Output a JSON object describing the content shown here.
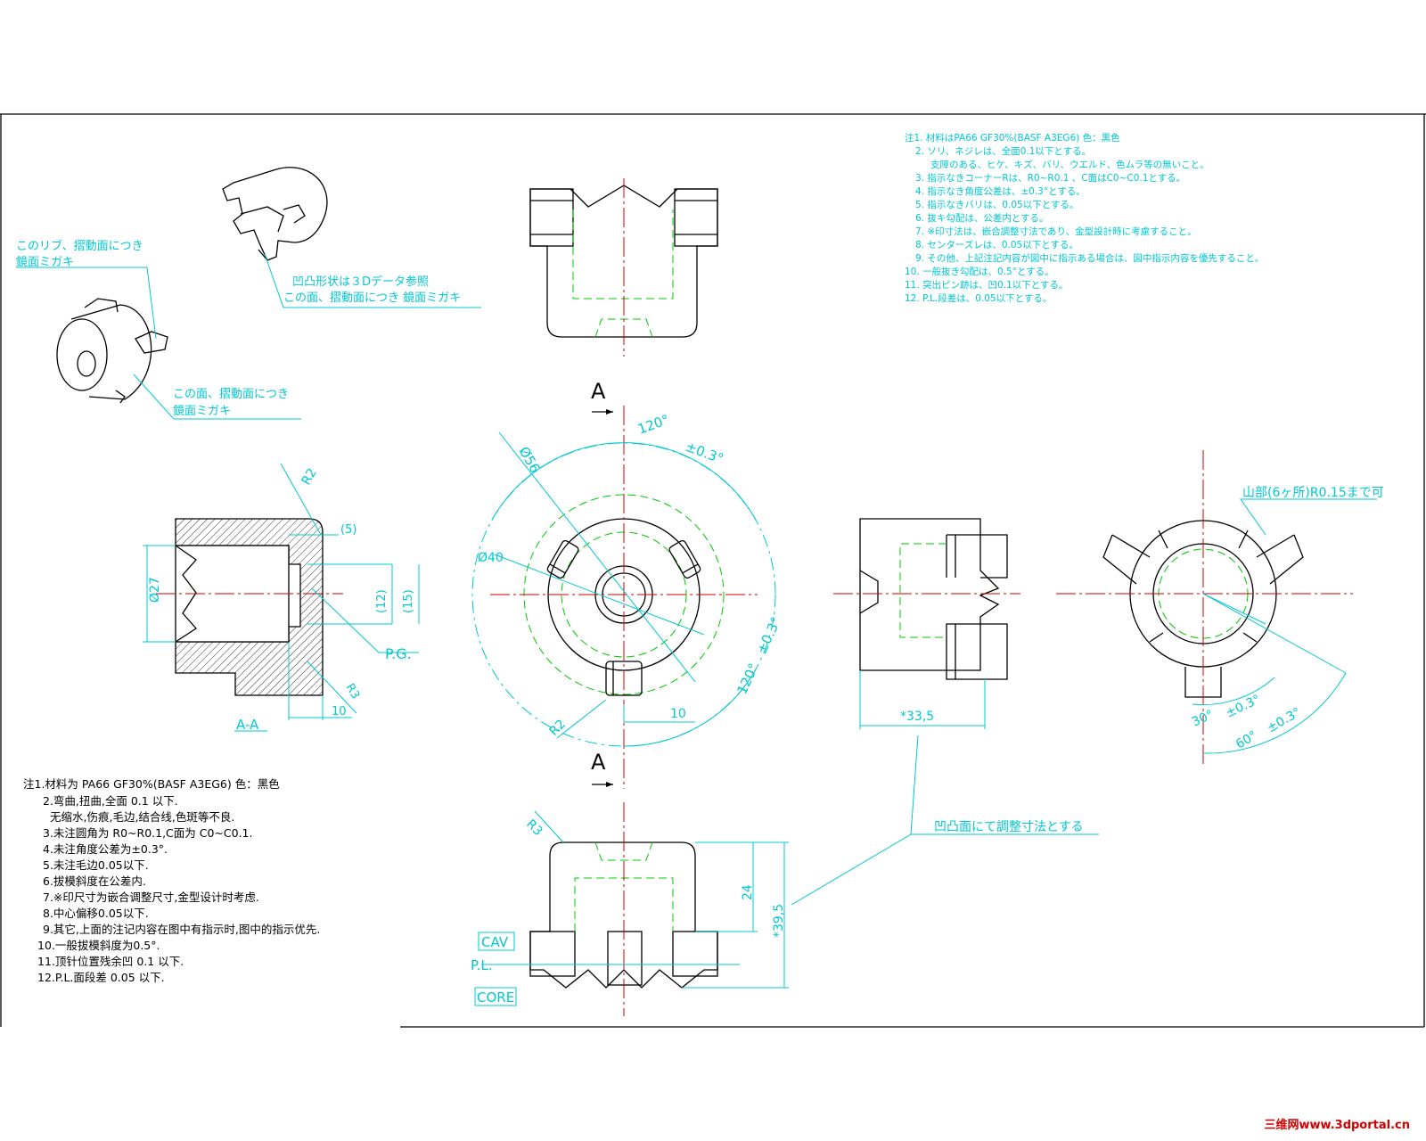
{
  "notes_jp": [
    "注1. 材料はPA66 GF30%(BASF A3EG6)  色：黒色",
    "2. ソリ、ネジレは、全面0.1以下とする。",
    "支障のある、ヒケ、キズ、バリ、ウエルド、色ムラ等の無いこと。",
    "3. 指示なきコーナーRは、R0~R0.1 、C面はC0~C0.1とする。",
    "4. 指示なき角度公差は、±0.3°とする。",
    "5. 指示なきバリは、0.05以下とする。",
    "6. 抜キ勾配は、公差内とする。",
    "7. ※印寸法は、嵌合調整寸法であり、金型設計時に考慮すること。",
    "8. センターズレは、0.05以下とする。",
    "9. その他、上記注記内容が図中に指示ある場合は、図中指示内容を優先すること。",
    "10. 一般抜き勾配は、0.5°とする。",
    "11. 突出ピン跡は、凹0.1以下とする。",
    "12. P.L.段差は、0.05以下とする。"
  ],
  "notes_cn": [
    "注1.材料为 PA66 GF30%(BASF A3EG6)   色：黑色",
    "2.弯曲,扭曲,全面 0.1 以下.",
    "无缩水,伤痕,毛边,结合线,色斑等不良.",
    "3.未注圆角为 R0~R0.1,C面为 C0~C0.1.",
    "4.未注角度公差为±0.3°.",
    "5.未注毛边0.05以下.",
    "6.拔模斜度在公差内.",
    "7.※印尺寸为嵌合调整尺寸,金型设计时考虑.",
    "8.中心偏移0.05以下.",
    "9.其它,上面的注记内容在图中有指示时,图中的指示优先.",
    "10.一般拔模斜度为0.5°.",
    "11.顶针位置残余凹 0.1 以下.",
    "12.P.L.面段差 0.05 以下."
  ],
  "callouts": {
    "rib_mirror_1": "このリブ、摺動面につき",
    "rib_mirror_2": "鏡面ミガキ",
    "convex_1": "凹凸形状は３Dデータ参照",
    "convex_2": "この面、摺動面につき 鏡面ミガキ",
    "face_mirror_1": "この面、摺動面につき",
    "face_mirror_2": "鏡面ミガキ",
    "peak_r": "山部(6ヶ所)R0.15まで可",
    "adjust": "凹凸面にて調整寸法とする"
  },
  "labels": {
    "section_a_top": "A",
    "section_a_bottom": "A",
    "section_name": "A-A",
    "pg": "P.G.",
    "cav": "CAV",
    "pl": "P.L.",
    "core": "CORE"
  },
  "dims": {
    "d56": "Ø56",
    "d40": "Ø40",
    "ang120_top": "120°",
    "tol_top": "±0.3°",
    "ang120_bot": "120°",
    "tol_bot": "±0.3°",
    "r2_main": "R2",
    "ten_main": "10",
    "d27": "Ø27",
    "r2_sec": "R2",
    "five": "(5)",
    "twelve": "(12)",
    "fifteen": "(15)",
    "r3_sec": "R3",
    "ten_sec": "10",
    "len335": "*33,5",
    "ang30": "30°",
    "tol30": "±0.3°",
    "ang60": "60°",
    "tol60": "±0.3°",
    "r3_bot": "R3",
    "h24": "24",
    "h395": "*39,5"
  },
  "watermark": "三维网www.3dportal.cn",
  "colors": {
    "dimension": "#00c8d2",
    "hidden": "#00c800",
    "center": "#d00000",
    "outline": "#000000"
  }
}
